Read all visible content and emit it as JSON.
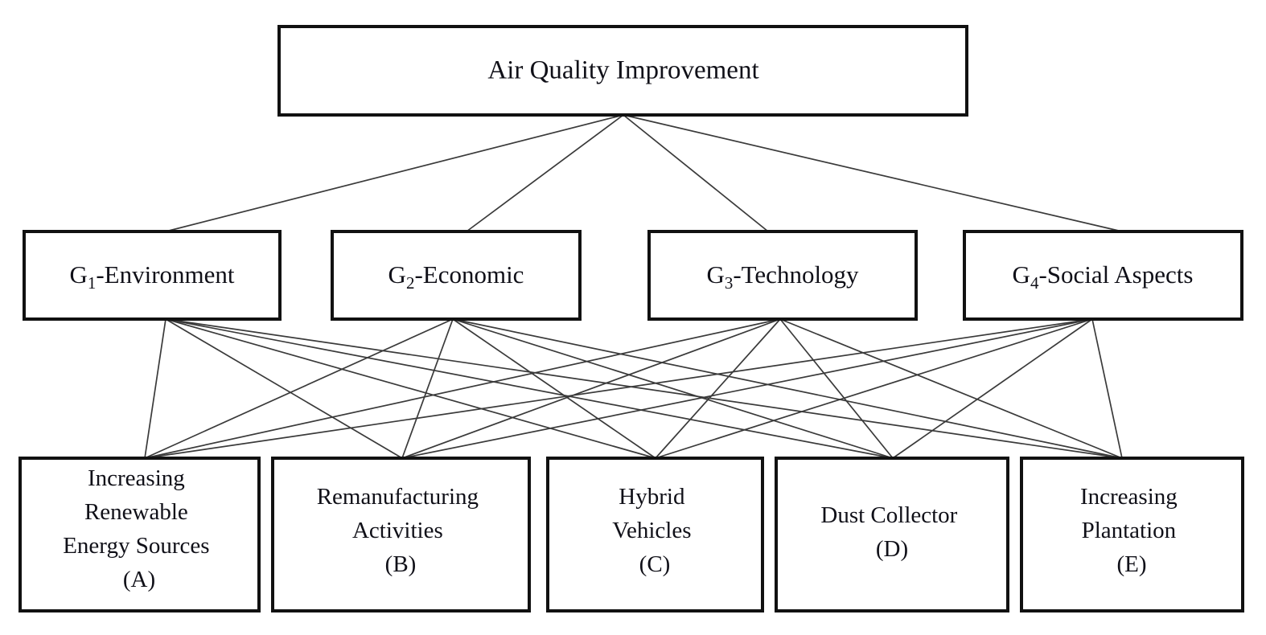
{
  "diagram": {
    "type": "hierarchy",
    "title_node": {
      "id": "goal",
      "label": "Air Quality Improvement",
      "level": "goal"
    },
    "levels": [
      {
        "name": "goal",
        "count": 1
      },
      {
        "name": "criteria",
        "count": 4
      },
      {
        "name": "alternatives",
        "count": 5
      }
    ],
    "criteria": [
      {
        "id": "G1",
        "prefix": "G",
        "subscript": "1",
        "suffix": "-Environment",
        "label": "G1-Environment"
      },
      {
        "id": "G2",
        "prefix": "G",
        "subscript": "2",
        "suffix": "-Economic",
        "label": "G2-Economic"
      },
      {
        "id": "G3",
        "prefix": "G",
        "subscript": "3",
        "suffix": "-Technology",
        "label": "G3-Technology"
      },
      {
        "id": "G4",
        "prefix": "G",
        "subscript": "4",
        "suffix": "-Social Aspects",
        "label": "G4-Social Aspects"
      }
    ],
    "alternatives": [
      {
        "id": "A",
        "code": "(A)",
        "lines": [
          "Increasing",
          "Renewable",
          "Energy Sources",
          "(A)"
        ],
        "label": "Increasing Renewable Energy Sources (A)"
      },
      {
        "id": "B",
        "code": "(B)",
        "lines": [
          "Remanufacturing",
          "Activities",
          "(B)"
        ],
        "label": "Remanufacturing Activities (B)"
      },
      {
        "id": "C",
        "code": "(C)",
        "lines": [
          "Hybrid",
          "Vehicles",
          "(C)"
        ],
        "label": "Hybrid Vehicles (C)"
      },
      {
        "id": "D",
        "code": "(D)",
        "lines": [
          "Dust Collector",
          "(D)"
        ],
        "label": "Dust Collector (D)"
      },
      {
        "id": "E",
        "code": "(E)",
        "lines": [
          "Increasing",
          "Plantation",
          "(E)"
        ],
        "label": "Increasing Plantation (E)"
      }
    ],
    "connections": {
      "goal_to_criteria": [
        "G1",
        "G2",
        "G3",
        "G4"
      ],
      "criteria_to_alternatives": [
        {
          "from": "G1",
          "to": [
            "A",
            "B",
            "C",
            "D",
            "E"
          ]
        },
        {
          "from": "G2",
          "to": [
            "A",
            "B",
            "C",
            "D",
            "E"
          ]
        },
        {
          "from": "G3",
          "to": [
            "A",
            "B",
            "C",
            "D",
            "E"
          ]
        },
        {
          "from": "G4",
          "to": [
            "A",
            "B",
            "C",
            "D",
            "E"
          ]
        }
      ]
    },
    "colors": {
      "box_fill": "#ffffff",
      "box_stroke": "#111111",
      "line_stroke": "#3a3a3a",
      "text": "#101018",
      "background": "#ffffff"
    }
  }
}
